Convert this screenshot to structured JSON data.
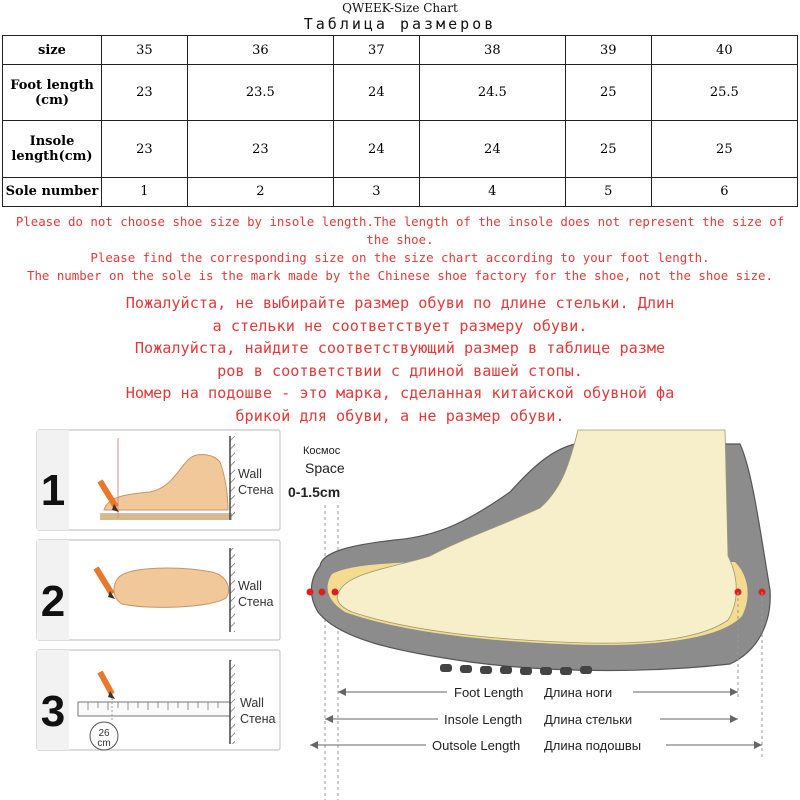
{
  "header": {
    "title": "QWEEK-Size Chart",
    "subtitle": "Таблица размеров"
  },
  "table": {
    "rows": [
      {
        "label_lines": [
          "size"
        ],
        "cells": [
          "35",
          "36",
          "37",
          "38",
          "39",
          "40"
        ]
      },
      {
        "label_lines": [
          "Foot length",
          "(cm)"
        ],
        "cells": [
          "23",
          "23.5",
          "24",
          "24.5",
          "25",
          "25.5"
        ]
      },
      {
        "label_lines": [
          "Insole",
          "length(cm)"
        ],
        "cells": [
          "23",
          "23",
          "24",
          "24",
          "25",
          "25"
        ]
      },
      {
        "label_lines": [
          "Sole number"
        ],
        "cells": [
          "1",
          "2",
          "3",
          "4",
          "5",
          "6"
        ]
      }
    ]
  },
  "notes_en": [
    "Please do not choose shoe size by insole length.The length of the insole does not represent the size of",
    "the shoe.",
    "Please find the corresponding size on the size chart according to your foot length.",
    "The number on the sole is the mark made by the Chinese shoe factory for the shoe, not the shoe size."
  ],
  "notes_ru": [
    "Пожалуйста, не выбирайте размер обуви по длине стельки. Длин",
    "а стельки не соответствует размеру обуви.",
    "Пожалуйста, найдите соответствующий размер в таблице разме",
    "ров в соответствии с длиной вашей стопы.",
    "Номер на подошве - это марка, сделанная китайской обувной фа",
    "брикой для обуви, а не размер обуви."
  ],
  "steps": [
    {
      "number": "1",
      "wall_en": "Wall",
      "wall_ru": "Стена"
    },
    {
      "number": "2",
      "wall_en": "Wall",
      "wall_ru": "Стена"
    },
    {
      "number": "3",
      "wall_en": "Wall",
      "wall_ru": "Стена",
      "ruler_badge_value": "26",
      "ruler_badge_unit": "cm"
    }
  ],
  "diagram": {
    "space_ru": "Космос",
    "space_en": "Space",
    "space_range": "0-1.5cm",
    "measures": [
      {
        "en": "Foot Length",
        "ru": "Длина ноги"
      },
      {
        "en": "Insole Length",
        "ru": "Длина стельки"
      },
      {
        "en": "Outsole Length",
        "ru": "Длина подошвы"
      }
    ]
  },
  "colors": {
    "notes": "#e23a3a",
    "shoe_body": "#8c8c8c",
    "foot": "#f6efc9",
    "insole": "#f3dc8f",
    "marker": "#e02020"
  }
}
